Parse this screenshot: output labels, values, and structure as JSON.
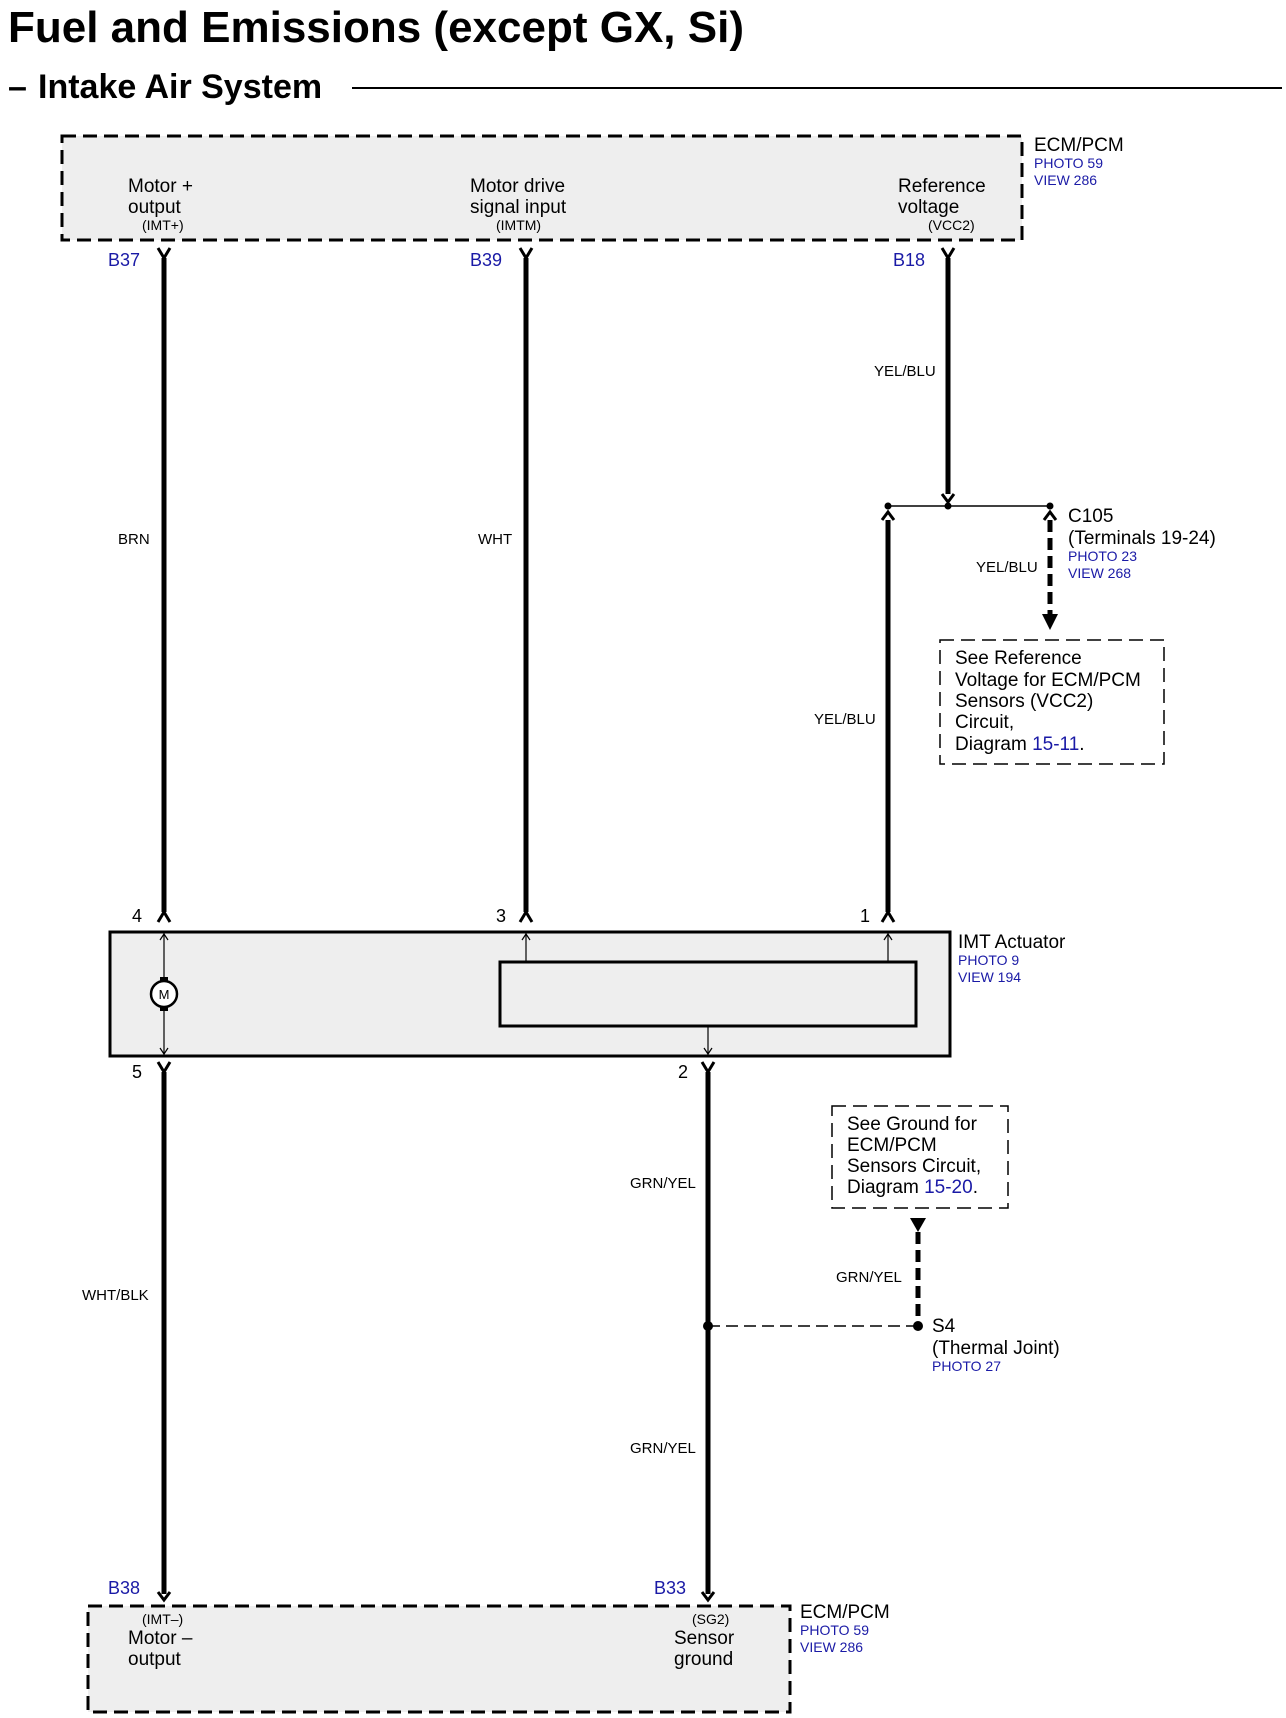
{
  "header": {
    "title": "Fuel and Emissions (except GX, Si)",
    "subtitle_dash": "–",
    "subtitle": "Intake Air System"
  },
  "ecm_top": {
    "name": "ECM/PCM",
    "photo": "PHOTO 59",
    "view": "VIEW 286",
    "terminals": [
      {
        "line1": "Motor +",
        "line2": "output",
        "signal": "(IMT+)",
        "pin": "B37",
        "wire": "BRN"
      },
      {
        "line1": "Motor drive",
        "line2": "signal input",
        "signal": "(IMTM)",
        "pin": "B39",
        "wire": "WHT"
      },
      {
        "line1": "Reference",
        "line2": "voltage",
        "signal": "(VCC2)",
        "pin": "B18",
        "wire": "YEL/BLU"
      }
    ]
  },
  "c105": {
    "name": "C105",
    "detail": "(Terminals 19-24)",
    "photo": "PHOTO 23",
    "view": "VIEW 268",
    "wire_down": "YEL/BLU",
    "wire_to_actuator": "YEL/BLU"
  },
  "ref_note": {
    "l1": "See Reference",
    "l2": "Voltage for ECM/PCM",
    "l3": "Sensors (VCC2)",
    "l4": "Circuit,",
    "l5a": "Diagram",
    "l5b": "15-11",
    "l5c": "."
  },
  "actuator": {
    "name": "IMT Actuator",
    "photo": "PHOTO 9",
    "view": "VIEW 194",
    "motor_symbol": "M",
    "pins_top": [
      "4",
      "3",
      "1"
    ],
    "pins_bottom": [
      "5",
      "2"
    ]
  },
  "ground_note": {
    "l1": "See Ground for",
    "l2": "ECM/PCM",
    "l3": "Sensors Circuit,",
    "l4a": "Diagram",
    "l4b": "15-20",
    "l4c": "."
  },
  "s4": {
    "name": "S4",
    "detail": "(Thermal Joint)",
    "photo": "PHOTO 27",
    "wire_up": "GRN/YEL"
  },
  "lower_wires": {
    "left": "WHT/BLK",
    "right_upper": "GRN/YEL",
    "right_lower": "GRN/YEL"
  },
  "ecm_bottom": {
    "name": "ECM/PCM",
    "photo": "PHOTO 59",
    "view": "VIEW 286",
    "terminals": [
      {
        "signal": "(IMT–)",
        "line1": "Motor –",
        "line2": "output",
        "pin": "B38"
      },
      {
        "signal": "(SG2)",
        "line1": "Sensor",
        "line2": "ground",
        "pin": "B33"
      }
    ]
  },
  "colors": {
    "box_fill": "#eeeeee",
    "ref_blue": "#1a1aa6",
    "wire": "#000000"
  }
}
